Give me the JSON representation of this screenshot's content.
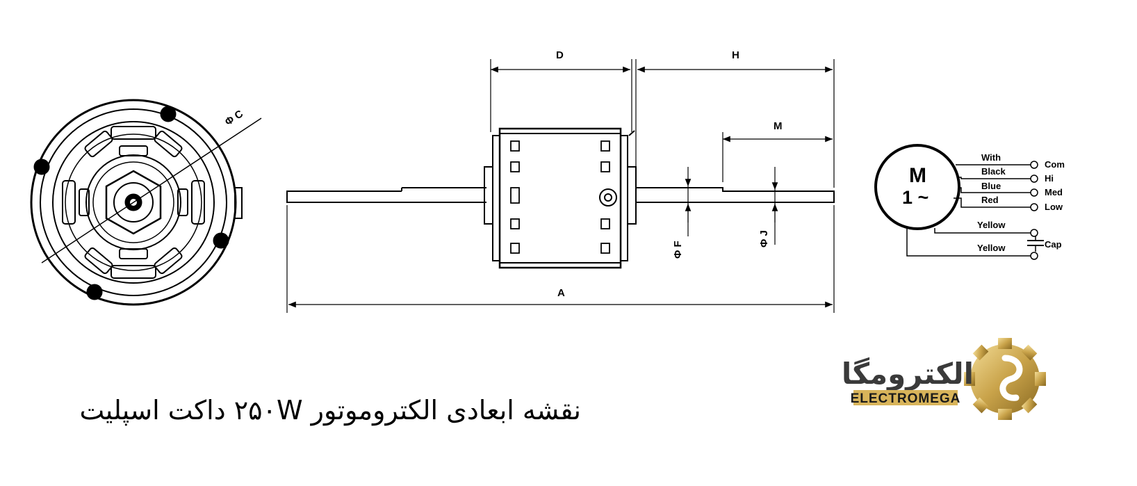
{
  "dimensions": {
    "A": "A",
    "D": "D",
    "H": "H",
    "M": "M",
    "C": "Φ C",
    "F": "Φ F",
    "J": "Φ J"
  },
  "wiring": {
    "motor_symbol": "M",
    "phase_symbol": "1 ~",
    "wires": [
      {
        "color_label": "With",
        "terminal": "Com"
      },
      {
        "color_label": "Black",
        "terminal": "Hi"
      },
      {
        "color_label": "Blue",
        "terminal": "Med"
      },
      {
        "color_label": "Red",
        "terminal": "Low"
      }
    ],
    "capacitor_wires": [
      "Yellow",
      "Yellow"
    ],
    "capacitor_label": "Cap"
  },
  "caption": "نقشه ابعادی الکتروموتور ۲۵۰W داکت اسپلیت",
  "logo": {
    "persian_name": "الکترومگا",
    "english_name": "ELECTROMEGA",
    "gold": "#c9a34a",
    "band": "#d8b45a"
  }
}
